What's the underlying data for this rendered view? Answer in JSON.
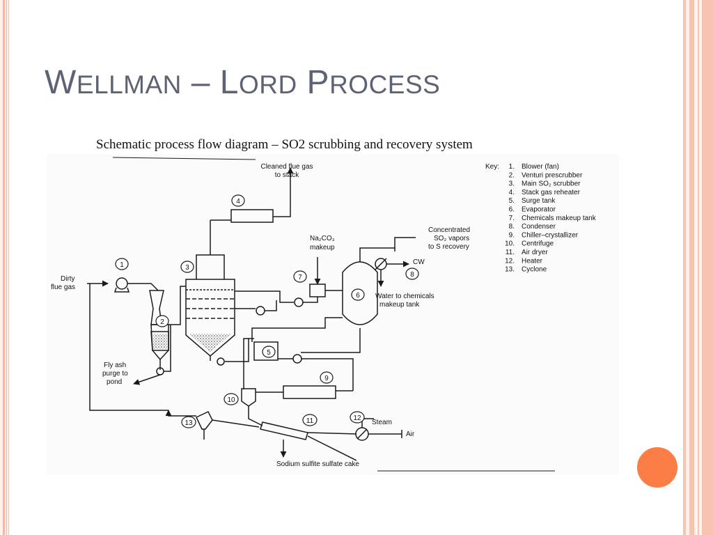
{
  "slide": {
    "title": "Wellman – Lord Process",
    "subtitle": "Schematic process flow diagram – SO2 scrubbing and recovery system"
  },
  "colors": {
    "title": "#5d6375",
    "accent": "#fa7e45",
    "border": "#f7c4b1",
    "line": "#1a1a1a"
  },
  "diagram": {
    "labels": {
      "cleaned_gas_line1": "Cleaned flue gas",
      "cleaned_gas_line2": "to stack",
      "dirty_line1": "Dirty",
      "dirty_line2": "flue gas",
      "na2co3_line1": "Na₂CO₃",
      "na2co3_line2": "makeup",
      "conc_line1": "Concentrated",
      "conc_line2": "SO₂ vapors",
      "conc_line3": "to S recovery",
      "cw": "CW",
      "water_line1": "Water to chemicals",
      "water_line2": "makeup tank",
      "flyash_line1": "Fly ash",
      "flyash_line2": "purge to",
      "flyash_line3": "pond",
      "steam": "Steam",
      "air": "Air",
      "cake": "Sodium sulfite sulfate cake"
    },
    "numbers": [
      "1",
      "2",
      "3",
      "4",
      "5",
      "6",
      "7",
      "8",
      "9",
      "10",
      "11",
      "12",
      "13"
    ],
    "key": {
      "title": "Key:",
      "items": [
        {
          "num": "1.",
          "text": "Blower (fan)"
        },
        {
          "num": "2.",
          "text": "Venturi prescrubber"
        },
        {
          "num": "3.",
          "text": "Main SO₂ scrubber"
        },
        {
          "num": "4.",
          "text": "Stack gas reheater"
        },
        {
          "num": "5.",
          "text": "Surge tank"
        },
        {
          "num": "6.",
          "text": "Evaporator"
        },
        {
          "num": "7.",
          "text": "Chemicals makeup tank"
        },
        {
          "num": "8.",
          "text": "Condenser"
        },
        {
          "num": "9.",
          "text": "Chiller–crystallizer"
        },
        {
          "num": "10.",
          "text": "Centrifuge"
        },
        {
          "num": "11.",
          "text": "Air dryer"
        },
        {
          "num": "12.",
          "text": "Heater"
        },
        {
          "num": "13.",
          "text": "Cyclone"
        }
      ]
    }
  }
}
